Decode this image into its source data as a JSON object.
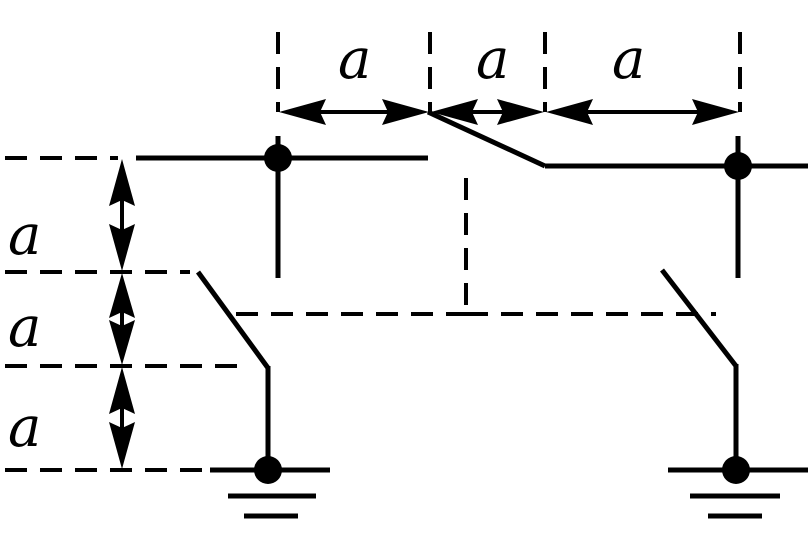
{
  "dimension_labels": {
    "top_left": "a",
    "top_middle": "a",
    "top_right": "a",
    "left_upper": "a",
    "left_middle": "a",
    "left_lower": "a"
  }
}
